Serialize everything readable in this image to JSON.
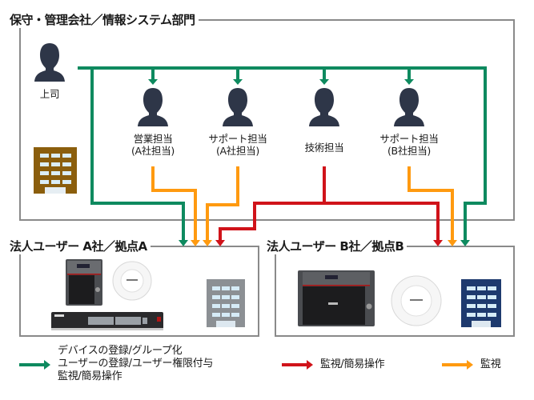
{
  "colors": {
    "green": "#0e8a5f",
    "orange": "#ff9a10",
    "red": "#d0131a",
    "person": "#2e3648",
    "frame": "#8a8a8a",
    "building_brown": "#8b5e0c",
    "building_gray": "#8c9094",
    "building_navy": "#1e3a6e"
  },
  "sections": {
    "maintenance": {
      "title": "保守・管理会社／情報システム部門",
      "building_icon": "building-brown-icon"
    },
    "site_a": {
      "title": "法人ユーザー A社／拠点A",
      "devices": [
        "nas-4bay-icon",
        "wireless-ap-icon",
        "network-switch-icon",
        "building-gray-icon"
      ]
    },
    "site_b": {
      "title": "法人ユーザー B社／拠点B",
      "devices": [
        "nas-8bay-icon",
        "wireless-ap-icon",
        "building-navy-icon"
      ]
    }
  },
  "people": [
    {
      "id": "boss",
      "label_lines": [
        "上司"
      ],
      "icon": "person-icon"
    },
    {
      "id": "sales-a",
      "label_lines": [
        "営業担当",
        "(A社担当)"
      ],
      "icon": "person-icon"
    },
    {
      "id": "support-a",
      "label_lines": [
        "サポート担当",
        "(A社担当)"
      ],
      "icon": "person-icon"
    },
    {
      "id": "tech",
      "label_lines": [
        "技術担当"
      ],
      "icon": "person-icon"
    },
    {
      "id": "support-b",
      "label_lines": [
        "サポート担当",
        "(B社担当)"
      ],
      "icon": "person-icon"
    }
  ],
  "legend": [
    {
      "color": "green",
      "lines": [
        "デバイスの登録/グループ化",
        "ユーザーの登録/ユーザー権限付与",
        "監視/簡易操作"
      ]
    },
    {
      "color": "red",
      "lines": [
        "監視/簡易操作"
      ]
    },
    {
      "color": "orange",
      "lines": [
        "監視"
      ]
    }
  ]
}
